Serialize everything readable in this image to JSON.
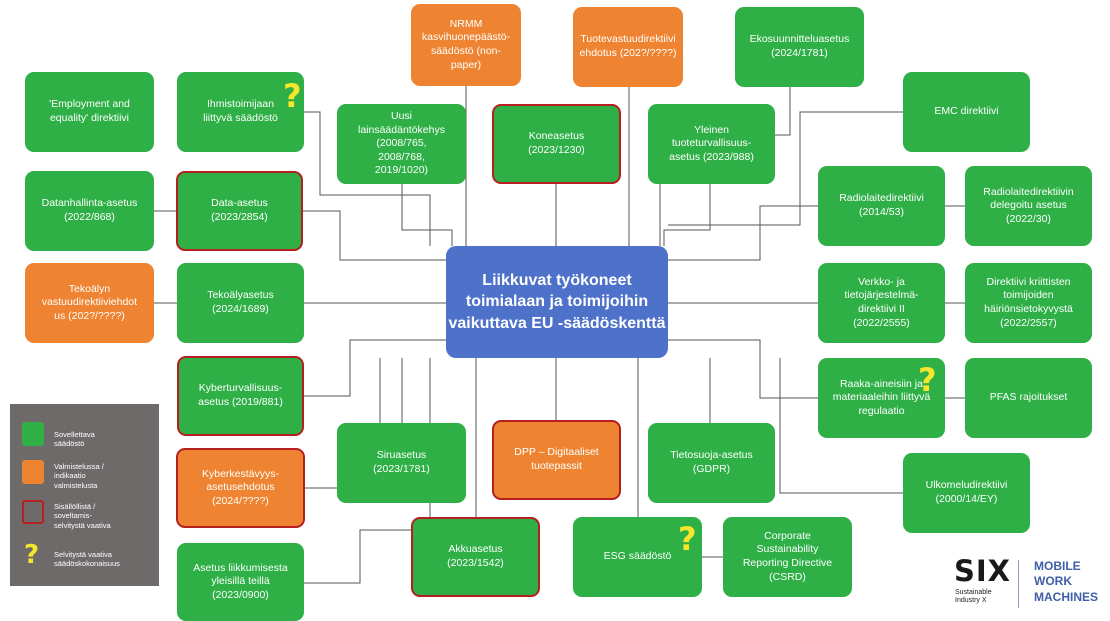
{
  "center": {
    "label": "Liikkuvat työkoneet\ntoimialaan ja toimijoihin\nvaikuttava EU -säädöskenttä"
  },
  "colors": {
    "applicable": "#2eb046",
    "in_preparation": "#ee8431",
    "needs_review_border": "#b51f1f",
    "center": "#4e72c9",
    "question": "#f5e52b"
  },
  "boxes": [
    {
      "id": "nrmm",
      "label": "NRMM\nkasvihuonepäästö-\nsäädöstö (non-paper)",
      "status": "in_preparation",
      "review": false
    },
    {
      "id": "tuotevastuu",
      "label": "Tuotevastuudirektiivi\nehdotus (202?/????)",
      "status": "in_preparation",
      "review": false
    },
    {
      "id": "ekosuunnittelu",
      "label": "Ekosuunnitteluasetus\n(2024/1781)",
      "status": "applicable",
      "review": false
    },
    {
      "id": "employment",
      "label": "'Employment and\nequality' direktiivi",
      "status": "applicable",
      "review": false
    },
    {
      "id": "ihmistoimijaan",
      "label": "Ihmistoimijaan\nliittyvä säädöstö",
      "status": "applicable",
      "review": false
    },
    {
      "id": "uusi",
      "label": "Uusi\nlainsäädäntökehys\n(2008/765,\n2008/768,\n2019/1020)",
      "status": "applicable",
      "review": false
    },
    {
      "id": "koneasetus",
      "label": "Koneasetus\n(2023/1230)",
      "status": "applicable",
      "review": true
    },
    {
      "id": "yleinen",
      "label": "Yleinen\ntuoteturvallisuus-\nasetus (2023/988)",
      "status": "applicable",
      "review": false
    },
    {
      "id": "emc",
      "label": "EMC direktiivi",
      "status": "applicable",
      "review": false
    },
    {
      "id": "datanhallinta",
      "label": "Datanhallinta-asetus\n(2022/868)",
      "status": "applicable",
      "review": false
    },
    {
      "id": "data",
      "label": "Data-asetus\n(2023/2854)",
      "status": "applicable",
      "review": true
    },
    {
      "id": "radiolaite",
      "label": "Radiolaitedirektiivi\n(2014/53)",
      "status": "applicable",
      "review": false
    },
    {
      "id": "radiolaite_del",
      "label": "Radiolaitedirektiivin\ndelegoitu asetus\n(2022/30)",
      "status": "applicable",
      "review": false
    },
    {
      "id": "tekoaly_vastuu",
      "label": "Tekoälyn\nvastuudirektiiviehdot\nus (202?/????)",
      "status": "in_preparation",
      "review": false
    },
    {
      "id": "tekoaly",
      "label": "Tekoälyasetus\n(2024/1689)",
      "status": "applicable",
      "review": false
    },
    {
      "id": "verkko",
      "label": "Verkko- ja\ntietojärjestelmä-\ndirektiivi II\n(2022/2555)",
      "status": "applicable",
      "review": false
    },
    {
      "id": "kriittiset",
      "label": "Direktiivi kriittisten\ntoimijoiden\nhäiriönsietokyvystä\n(2022/2557)",
      "status": "applicable",
      "review": false
    },
    {
      "id": "kyber",
      "label": "Kyberturvallisuus-\nasetus (2019/881)",
      "status": "applicable",
      "review": true
    },
    {
      "id": "raaka",
      "label": "Raaka-aineisiin ja\nmateriaaleihin liittyvä\nregulaatio",
      "status": "applicable",
      "review": false
    },
    {
      "id": "pfas",
      "label": "PFAS rajoitukset",
      "status": "applicable",
      "review": false
    },
    {
      "id": "siru",
      "label": "Siruasetus\n(2023/1781)",
      "status": "applicable",
      "review": false
    },
    {
      "id": "dpp",
      "label": "DPP – Digitaaliset\ntuotepassit",
      "status": "in_preparation",
      "review": true
    },
    {
      "id": "tietosuoja",
      "label": "Tietosuoja-asetus\n(GDPR)",
      "status": "applicable",
      "review": false
    },
    {
      "id": "ulkomelu",
      "label": "Ulkomeludirektiivi\n(2000/14/EY)",
      "status": "applicable",
      "review": false
    },
    {
      "id": "kyberkest",
      "label": "Kyberkestävyys-\nasetusehdotus\n(2024/????)",
      "status": "in_preparation",
      "review": true
    },
    {
      "id": "akku",
      "label": "Akkuasetus\n(2023/1542)",
      "status": "applicable",
      "review": true
    },
    {
      "id": "esg",
      "label": "ESG säädöstö",
      "status": "applicable",
      "review": false
    },
    {
      "id": "csrd",
      "label": "Corporate\nSustainability\nReporting Directive\n(CSRD)",
      "status": "applicable",
      "review": false
    },
    {
      "id": "liikkuminen",
      "label": "Asetus liikkumisesta\nyleisillä teillä\n(2023/0900)",
      "status": "applicable",
      "review": false
    }
  ],
  "question_marks": [
    {
      "id": "q-ihmistoimijaan",
      "text": "?"
    },
    {
      "id": "q-raaka",
      "text": "?"
    },
    {
      "id": "q-esg",
      "text": "?"
    }
  ],
  "legend": {
    "items": [
      {
        "label": "Sovellettava\nsäädöstö"
      },
      {
        "label": "Valmistelussa /\nindikaatio\nvalmistelusta"
      },
      {
        "label": "Sisällöllistä /\nsoveltamis-\nselvitystä vaativa"
      },
      {
        "label": "Selvitystä vaativa\nsäädöskokonaisuus",
        "symbol": "?"
      }
    ]
  },
  "logo": {
    "brand": "SIX",
    "brand_sub": "Sustainable\nIndustry X",
    "product": "MOBILE\nWORK\nMACHINES"
  }
}
